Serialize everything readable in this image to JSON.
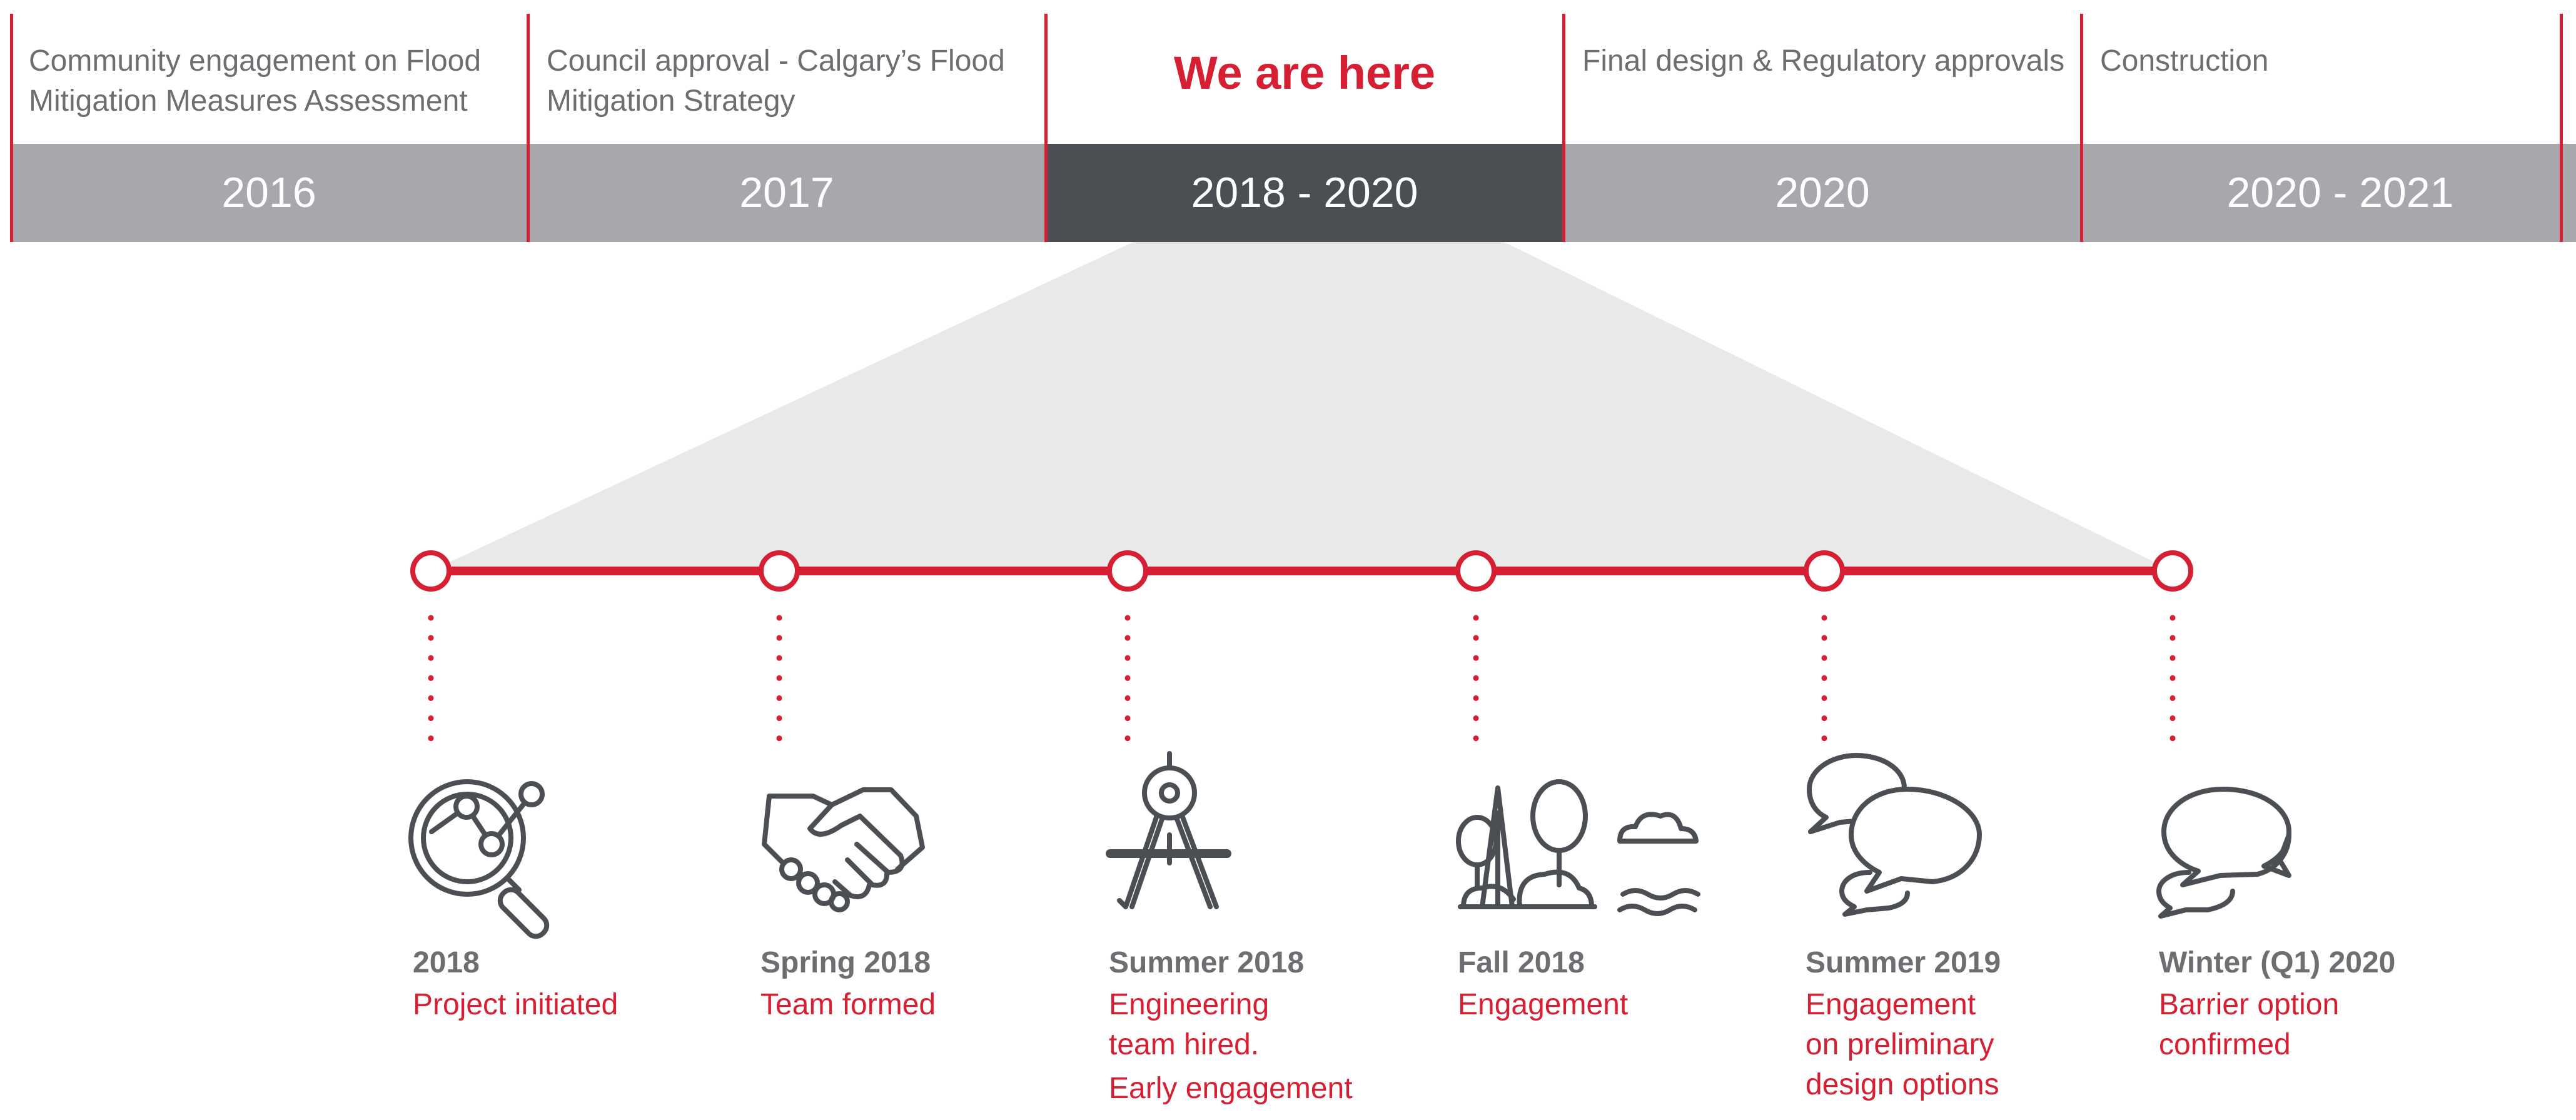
{
  "colors": {
    "accent": "#d71f33",
    "bar_gray": "#a6a8ab",
    "bar_dark": "#4b4f53",
    "text_gray": "#6d6e71",
    "wedge": "#e9e9ea"
  },
  "phases": [
    {
      "description": "Community engagement on Flood Mitigation Measures Assessment",
      "year": "2016"
    },
    {
      "description": "Council approval - Calgary’s Flood Mitigation Strategy",
      "year": "2017"
    },
    {
      "description": "We are here",
      "year": "2018 - 2020",
      "current": true
    },
    {
      "description": "Final design & Regulatory approvals",
      "year": "2020"
    },
    {
      "description": "Construction",
      "year": "2020 - 2021"
    }
  ],
  "milestones": [
    {
      "date": "2018",
      "events": [
        "Project initiated"
      ],
      "icon": "magnifier-chart-icon"
    },
    {
      "date": "Spring 2018",
      "events": [
        "Team formed"
      ],
      "icon": "handshake-icon"
    },
    {
      "date": "Summer 2018",
      "events": [
        "Engineering team hired.",
        "Early engagement"
      ],
      "icon": "compass-icon"
    },
    {
      "date": "Fall 2018",
      "events": [
        "Engagement"
      ],
      "icon": "landscape-icon"
    },
    {
      "date": "Summer 2019",
      "events": [
        "Engagement on preliminary design options"
      ],
      "icon": "speech-bubbles-icon"
    },
    {
      "date": "Winter (Q1) 2020",
      "events": [
        "Barrier option confirmed"
      ],
      "icon": "two-speech-bubbles-icon"
    }
  ]
}
